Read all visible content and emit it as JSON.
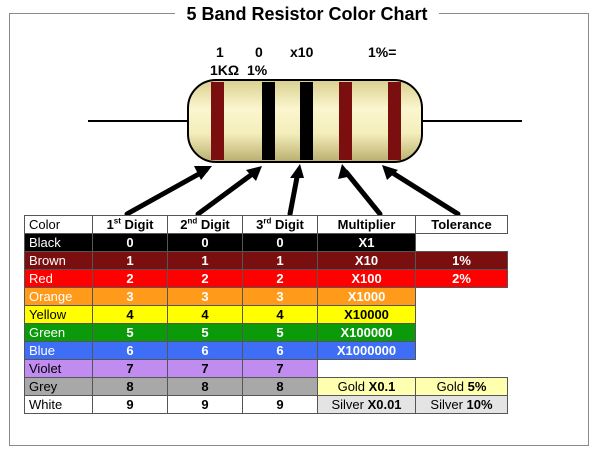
{
  "title": "5 Band Resistor Color Chart",
  "example": {
    "top_labels": [
      "1",
      "0",
      "x10",
      "1%="
    ],
    "bottom_labels": [
      "1KΩ",
      "1%"
    ]
  },
  "table": {
    "headers": {
      "color": "Color",
      "digit1": "1",
      "digit2": "2",
      "digit3": "3",
      "sup1": "st",
      "sup2": "nd",
      "sup3": "rd",
      "digit_word": "Digit",
      "multiplier": "Multiplier",
      "tolerance": "Tolerance"
    },
    "rows": [
      {
        "name": "Black",
        "bg": "#000000",
        "fg": "#ffffff",
        "d1": "0",
        "d2": "0",
        "d3": "0",
        "mult": "X1",
        "tol": ""
      },
      {
        "name": "Brown",
        "bg": "#7b0f0f",
        "fg": "#ffffff",
        "d1": "1",
        "d2": "1",
        "d3": "1",
        "mult": "X10",
        "tol": "1%"
      },
      {
        "name": "Red",
        "bg": "#ff0000",
        "fg": "#ffffff",
        "d1": "2",
        "d2": "2",
        "d3": "2",
        "mult": "X100",
        "tol": "2%"
      },
      {
        "name": "Orange",
        "bg": "#ff9a1a",
        "fg": "#ffffff",
        "d1": "3",
        "d2": "3",
        "d3": "3",
        "mult": "X1000",
        "tol": ""
      },
      {
        "name": "Yellow",
        "bg": "#ffff00",
        "fg": "#000000",
        "d1": "4",
        "d2": "4",
        "d3": "4",
        "mult": "X10000",
        "tol": ""
      },
      {
        "name": "Green",
        "bg": "#0a9a0a",
        "fg": "#ffffff",
        "d1": "5",
        "d2": "5",
        "d3": "5",
        "mult": "X100000",
        "tol": ""
      },
      {
        "name": "Blue",
        "bg": "#3d6ef5",
        "fg": "#ffffff",
        "d1": "6",
        "d2": "6",
        "d3": "6",
        "mult": "X1000000",
        "tol": ""
      },
      {
        "name": "Violet",
        "bg": "#c08cf0",
        "fg": "#000000",
        "d1": "7",
        "d2": "7",
        "d3": "7",
        "mult": "",
        "tol": ""
      },
      {
        "name": "Grey",
        "bg": "#a8a8a8",
        "fg": "#000000",
        "d1": "8",
        "d2": "8",
        "d3": "8",
        "mult_prefix": "Gold ",
        "mult": "X0.1",
        "tol_prefix": "Gold ",
        "tol": "5%",
        "extra_bg": "#ffffb0"
      },
      {
        "name": "White",
        "bg": "#ffffff",
        "fg": "#000000",
        "d1": "9",
        "d2": "9",
        "d3": "9",
        "mult_prefix": "Silver ",
        "mult": "X0.01",
        "tol_prefix": "Silver ",
        "tol": "10%",
        "extra_bg": "#e4e4e4"
      }
    ]
  }
}
